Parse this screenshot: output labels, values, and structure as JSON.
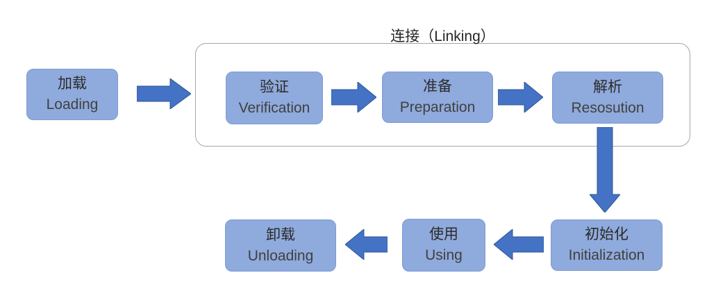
{
  "diagram": {
    "title": "连接（Linking）",
    "nodes": {
      "loading": {
        "zh": "加载",
        "en": "Loading"
      },
      "verification": {
        "zh": "验证",
        "en": "Verification"
      },
      "preparation": {
        "zh": "准备",
        "en": "Preparation"
      },
      "resolution": {
        "zh": "解析",
        "en": "Resosution"
      },
      "initialization": {
        "zh": "初始化",
        "en": "Initialization"
      },
      "using": {
        "zh": "使用",
        "en": "Using"
      },
      "unloading": {
        "zh": "卸载",
        "en": "Unloading"
      }
    },
    "colors": {
      "box_fill": "#8FAADC",
      "box_border": "#7D9BD4",
      "arrow_fill": "#4472C4",
      "arrow_stroke": "#2F5597",
      "container_border": "#A6A6A6",
      "text": "#404040"
    }
  }
}
